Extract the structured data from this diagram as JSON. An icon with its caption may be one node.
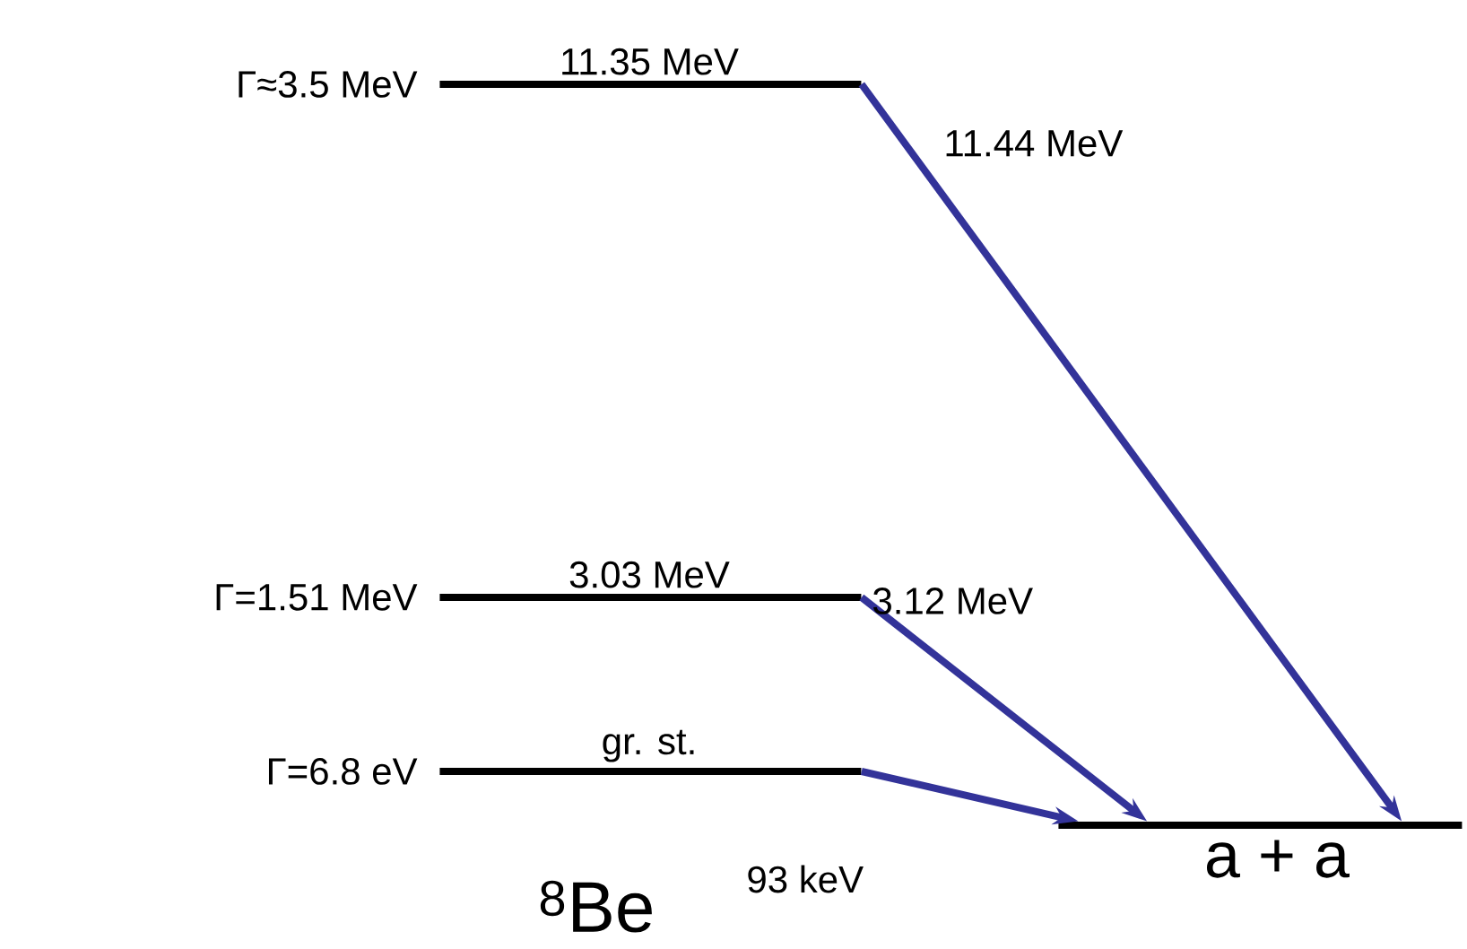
{
  "diagram": {
    "nodes": [
      {
        "text": [
          "11.35 MeV"
        ],
        "beside": [
          "Γ≈3.5 MeV"
        ]
      },
      {
        "text": [
          "3.03 MeV"
        ],
        "beside": [
          "Γ=1.51 MeV"
        ]
      },
      {
        "text": [
          "gr. st."
        ],
        "beside": [
          "Γ=6.8 eV"
        ]
      },
      {
        "text": [
          "a + a"
        ]
      }
    ],
    "edges": [
      {
        "from": 0,
        "to": 3,
        "arrow": "to",
        "label": "11.44 MeV"
      },
      {
        "from": 1,
        "to": 3,
        "arrow": "to",
        "label": "3.12 MeV"
      },
      {
        "from": 2,
        "to": 3,
        "arrow": "to",
        "label": "93 keV"
      }
    ],
    "labels": [
      "$^{8}$Be"
    ]
  }
}
